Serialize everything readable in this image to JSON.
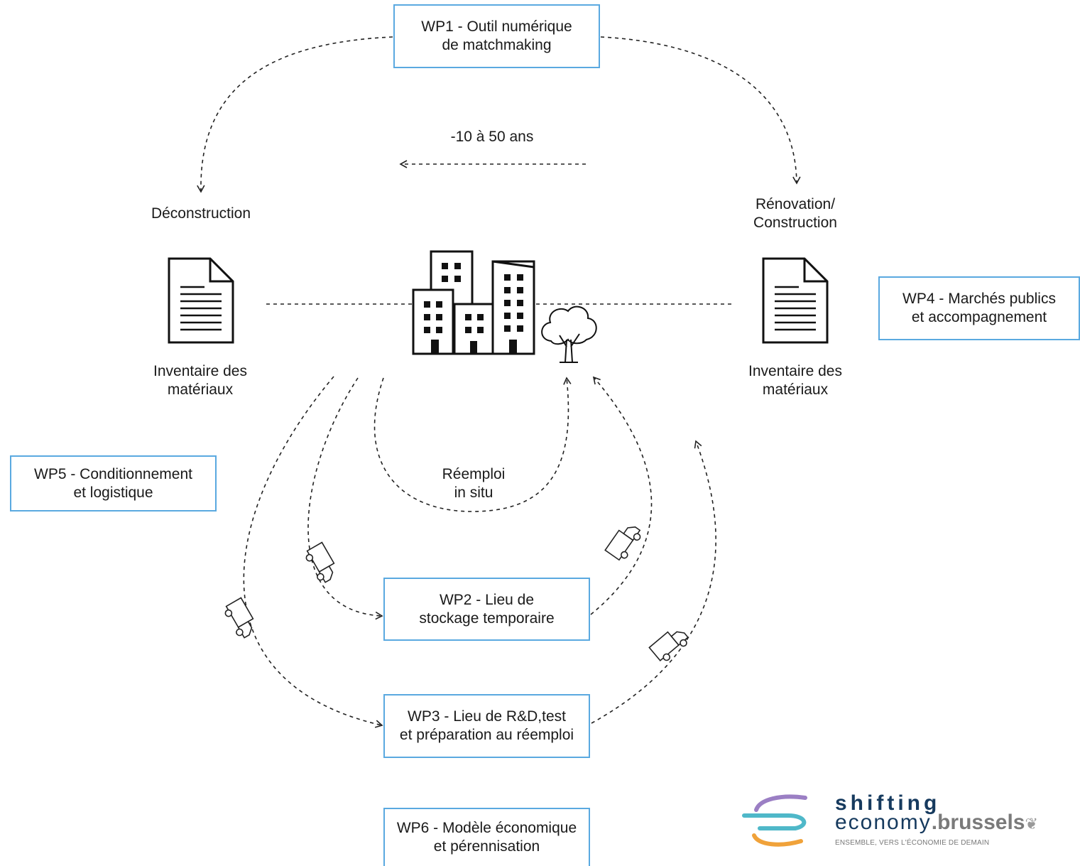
{
  "work_packages": {
    "wp1": [
      "WP1 - Outil numérique",
      "de matchmaking"
    ],
    "wp2": [
      "WP2 - Lieu de",
      "stockage temporaire"
    ],
    "wp3": [
      "WP3 - Lieu de R&D,test",
      "et préparation au réemploi"
    ],
    "wp4": [
      "WP4 - Marchés publics",
      "et accompagnement"
    ],
    "wp5": [
      "WP5 - Conditionnement",
      "et logistique"
    ],
    "wp6": [
      "WP6 - Modèle économique",
      "et pérennisation"
    ]
  },
  "labels": {
    "timeline": "-10 à 50 ans",
    "deconstruction": "Déconstruction",
    "renovation": [
      "Rénovation/",
      "Construction"
    ],
    "inventory_left": [
      "Inventaire des",
      "matériaux"
    ],
    "inventory_right": [
      "Inventaire des",
      "matériaux"
    ],
    "reuse_in_situ": [
      "Réemploi",
      "in situ"
    ]
  },
  "logo": {
    "line1": "shifting",
    "line2_a": "economy",
    "line2_b": ".brussels",
    "tagline": "ENSEMBLE, VERS L'ÉCONOMIE DE DEMAIN"
  },
  "colors": {
    "box_border": "#5aa9e0",
    "logo_purple": "#9b7fc4",
    "logo_teal": "#4fb8c9",
    "logo_orange": "#f0a23a",
    "logo_navy": "#163a5e"
  }
}
